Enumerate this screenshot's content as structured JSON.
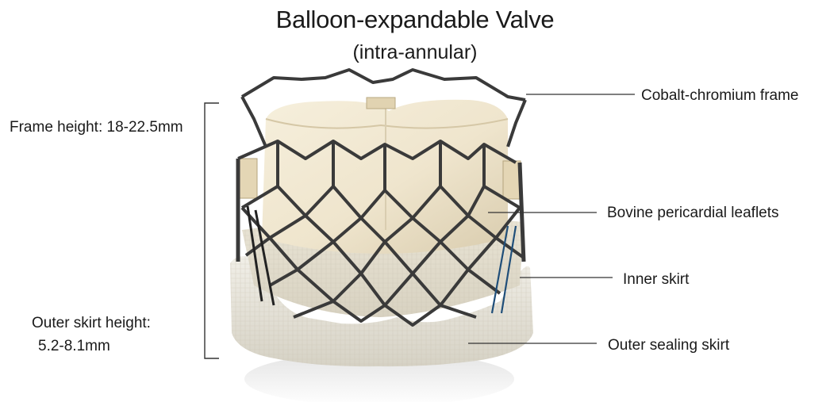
{
  "title": "Balloon-expandable Valve",
  "subtitle": "(intra-annular)",
  "left_labels": {
    "frame_height": "Frame height: 18-22.5mm",
    "outer_skirt_height_line1": "Outer skirt height:",
    "outer_skirt_height_line2": "5.2-8.1mm"
  },
  "right_labels": {
    "cobalt_frame": "Cobalt-chromium frame",
    "leaflets": "Bovine pericardial leaflets",
    "inner_skirt": "Inner skirt",
    "outer_skirt": "Outer sealing skirt"
  },
  "colors": {
    "leaflet": "#efe5cd",
    "frame_metal": "#3a3a3a",
    "outer_skirt": "#e9e6dc",
    "inner_skirt": "#ece8dc"
  }
}
